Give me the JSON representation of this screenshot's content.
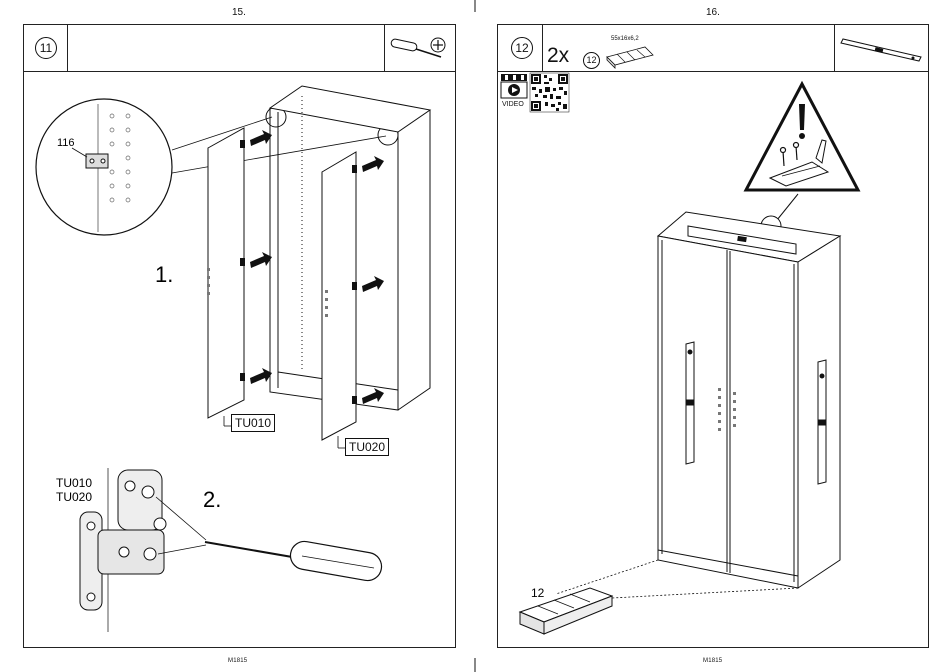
{
  "left_page": {
    "page_number": "15.",
    "footer": "M1815",
    "step_number": "11",
    "substep_1": "1.",
    "substep_2": "2.",
    "hinge_part": "116",
    "door_left_label": "TU010",
    "door_right_label": "TU020",
    "hinge_doors_line1": "TU010",
    "hinge_doors_line2": "TU020",
    "tool_icon": "screwdriver-phillips-icon"
  },
  "right_page": {
    "page_number": "16.",
    "footer": "M1815",
    "step_number": "12",
    "quantity": "2x",
    "part_number": "12",
    "part_dimensions": "55x16x6,2",
    "video_label": "VIDEO",
    "wedge_part": "12",
    "tool_icon": "spirit-level-icon",
    "warning_icon": "warning-triangle-icon"
  }
}
